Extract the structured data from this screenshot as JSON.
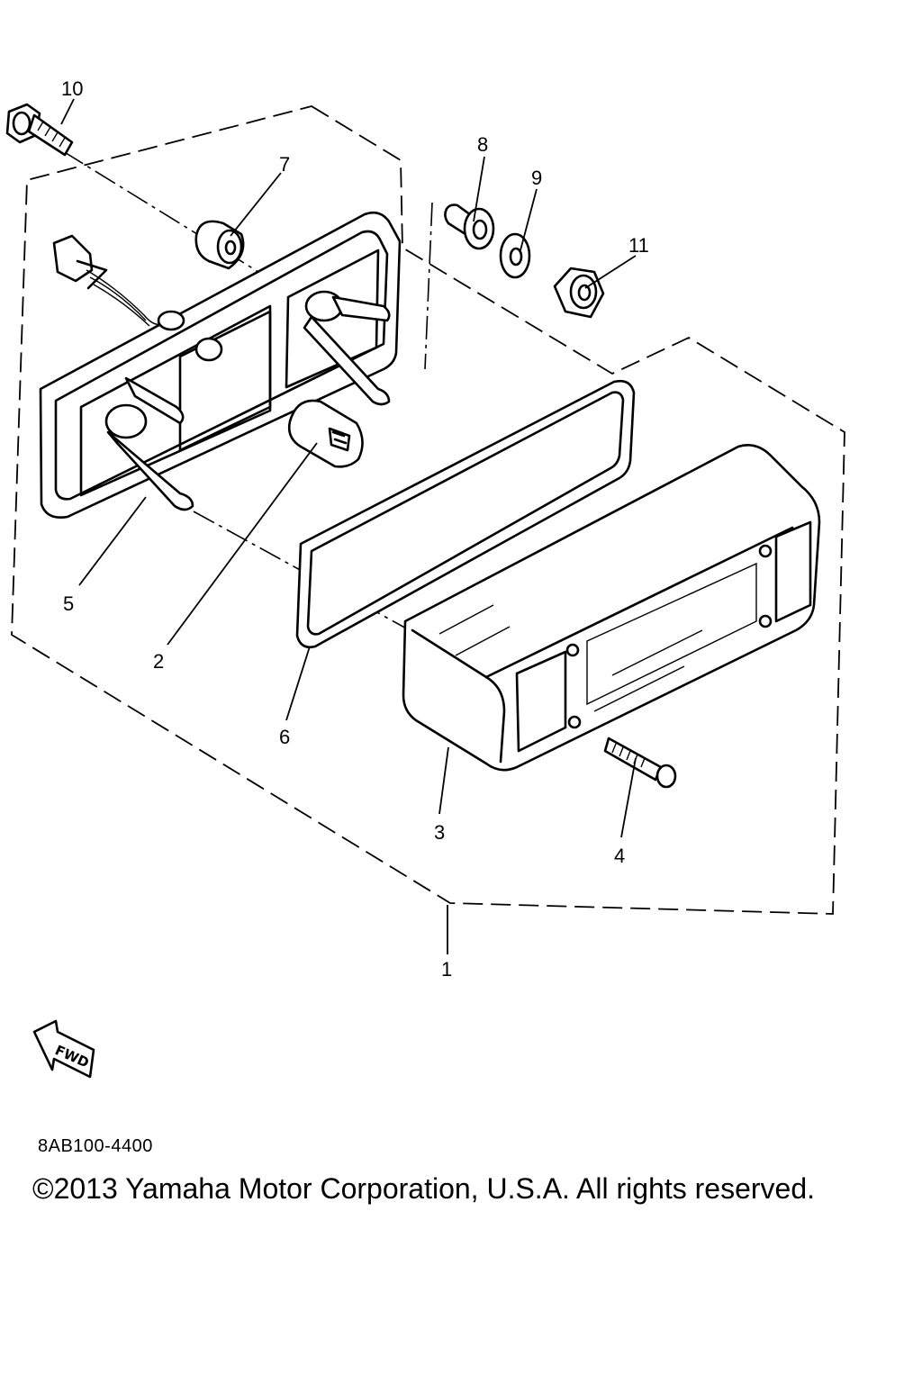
{
  "diagram": {
    "callouts": [
      "1",
      "2",
      "3",
      "4",
      "5",
      "6",
      "7",
      "8",
      "9",
      "10",
      "11"
    ],
    "fwd_label": "FWD",
    "catalog_code": "8AB100-4400",
    "copyright": "©2013 Yamaha Motor Corporation, U.S.A. All rights reserved."
  }
}
